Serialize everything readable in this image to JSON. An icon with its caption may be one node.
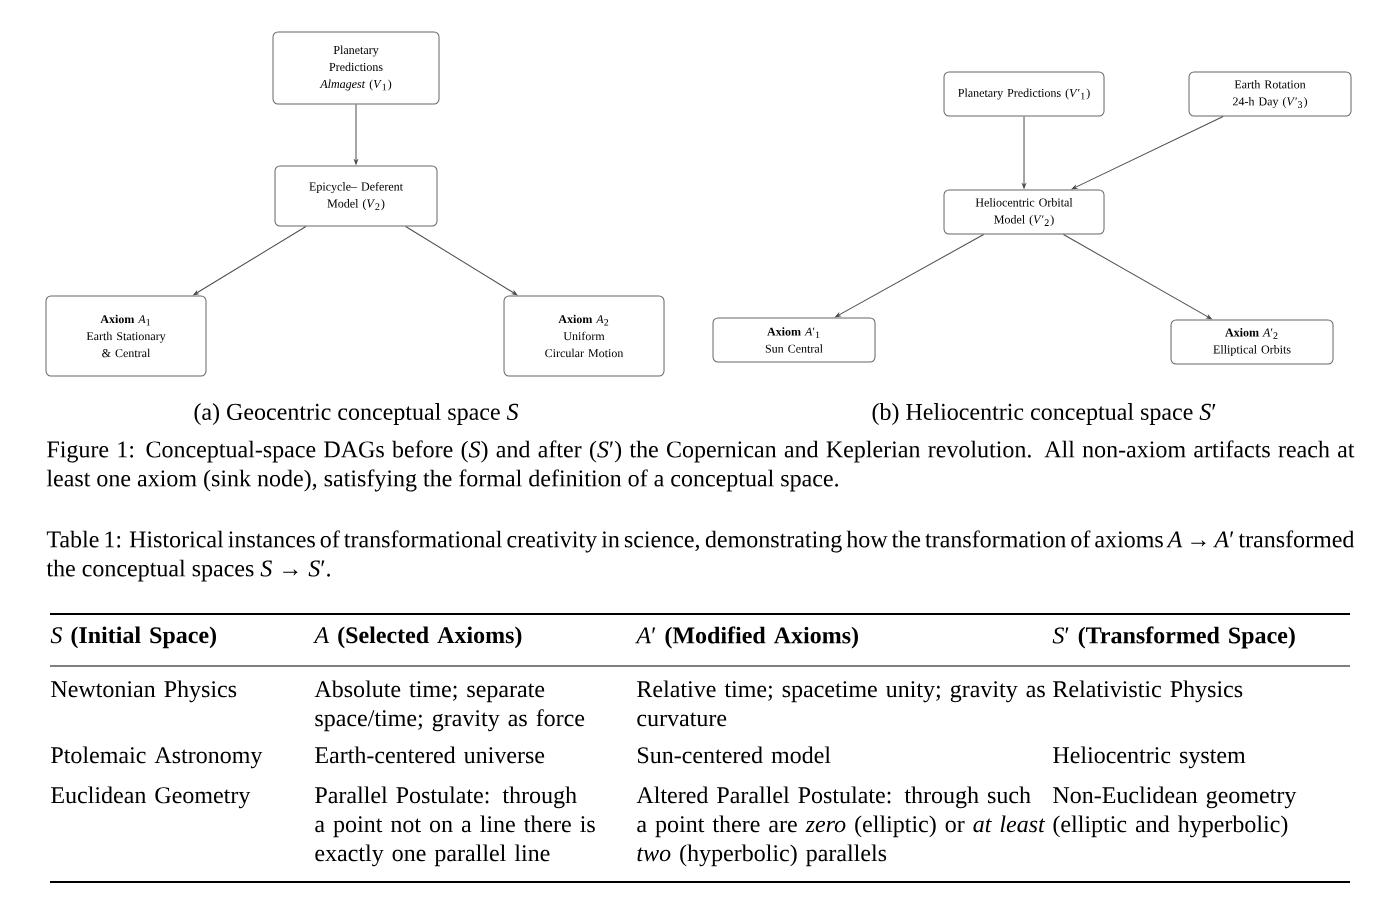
{
  "diagram": {
    "caption": "Figure 1: Conceptual-space DAGs before (*S*) and after (*S*′) the Copernican and Keplerian revolution. All non-axiom artifacts reach at least one axiom (sink node), satisfying the formal definition of a conceptual space.",
    "nodes": [
      {
        "text": [
          "Planetary Predictions *Almagest* (*V*$_{1}$)"
        ]
      },
      {
        "text": [
          "Epicycle– Deferent Model (*V*$_{2}$)"
        ]
      },
      {
        "text": [
          "**Axiom** *A*$_{1}$",
          "Earth Stationary & Central"
        ]
      },
      {
        "text": [
          "**Axiom** *A*$_{2}$",
          "Uniform Circular Motion"
        ]
      },
      {
        "text": [
          "Planetary Predictions (*V*′$_{1}$)"
        ]
      },
      {
        "text": [
          "Earth Rotation 24-h Day (*V*′$_{3}$)"
        ]
      },
      {
        "text": [
          "Heliocentric Orbital Model (*V*′$_{2}$)"
        ]
      },
      {
        "text": [
          "**Axiom** *A*′$_{1}$",
          "Sun Central"
        ]
      },
      {
        "text": [
          "**Axiom** *A*′$_{2}$",
          "Elliptical Orbits"
        ]
      }
    ],
    "edges": [
      {
        "from": 0,
        "to": 1,
        "arrow": "to"
      },
      {
        "from": 1,
        "to": 2,
        "arrow": "to"
      },
      {
        "from": 1,
        "to": 3,
        "arrow": "to"
      },
      {
        "from": 4,
        "to": 6,
        "arrow": "to"
      },
      {
        "from": 5,
        "to": 6,
        "arrow": "to"
      },
      {
        "from": 6,
        "to": 7,
        "arrow": "to"
      },
      {
        "from": 6,
        "to": 8,
        "arrow": "to"
      }
    ],
    "labels": [
      "(a) Geocentric conceptual space *S*",
      "(b) Heliocentric conceptual space *S*′",
      "Table 1: Historical instances of transformational creativity in science, demonstrating how the transformation of axioms *A* → *A*′ transformed the conceptual spaces *S* → *S*′.",
      "*S* **(Initial Space)**",
      "*A* **(Selected Axioms)**",
      "*A*′ **(Modified Axioms)**",
      "*S*′ **(Transformed Space)**",
      "Newtonian Physics",
      "Absolute time; separate space/time; gravity as force",
      "Relative time; spacetime unity; gravity as curvature",
      "Relativistic Physics",
      "Ptolemaic Astronomy",
      "Earth-centered universe",
      "Sun-centered model",
      "Heliocentric system",
      "Euclidean Geometry",
      "Parallel Postulate: through a point not on a line there is exactly one parallel line",
      "Altered Parallel Postulate: through such a point there are *zero* (elliptic) or *at least two* (hyperbolic) parallels",
      "Non-Euclidean geometry (elliptic and hyperbolic)"
    ]
  }
}
